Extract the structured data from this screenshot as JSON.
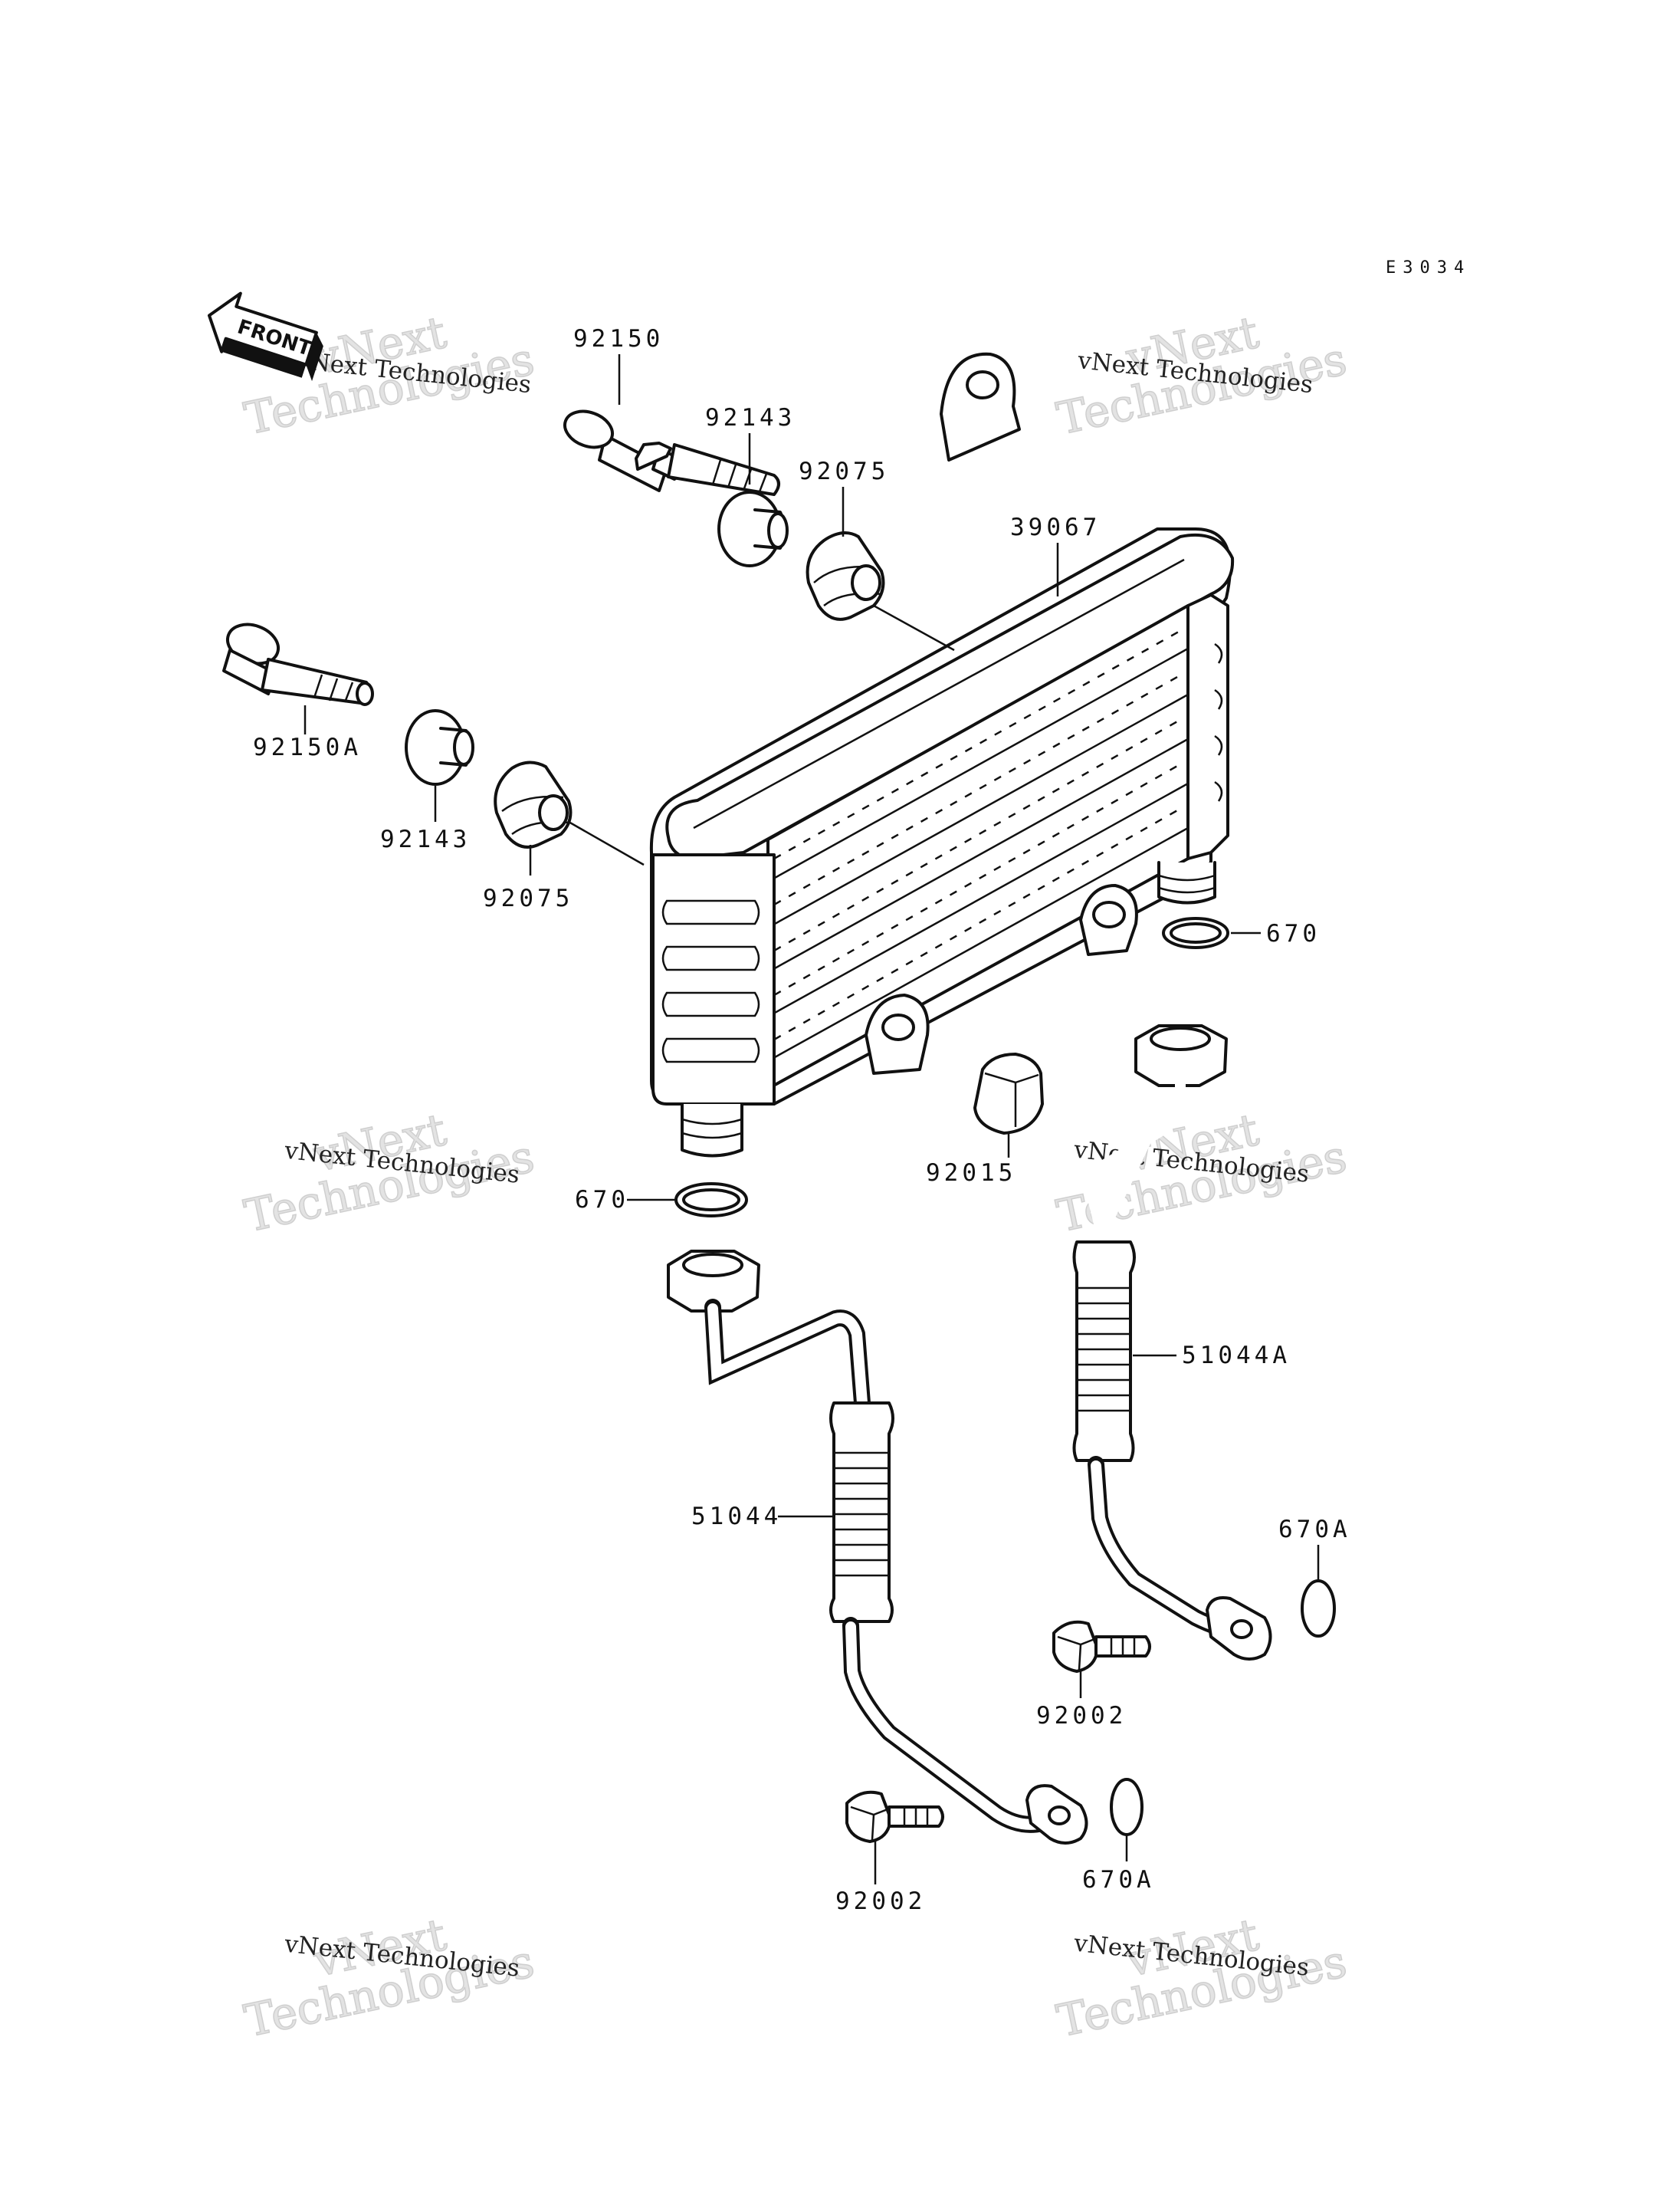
{
  "diagram_code": "E3034",
  "front_label": "FRONT",
  "watermark": {
    "line1": "vNext",
    "line2": "Technologies",
    "caption": "vNext Technologies"
  },
  "parts": [
    {
      "id": "p39067",
      "label": "39067"
    },
    {
      "id": "p92150",
      "label": "92150"
    },
    {
      "id": "p92150A",
      "label": "92150A"
    },
    {
      "id": "p92143a",
      "label": "92143"
    },
    {
      "id": "p92143b",
      "label": "92143"
    },
    {
      "id": "p92075a",
      "label": "92075"
    },
    {
      "id": "p92075b",
      "label": "92075"
    },
    {
      "id": "p670a",
      "label": "670"
    },
    {
      "id": "p670b",
      "label": "670"
    },
    {
      "id": "p92015",
      "label": "92015"
    },
    {
      "id": "p51044A",
      "label": "51044A"
    },
    {
      "id": "p51044",
      "label": "51044"
    },
    {
      "id": "p670Aa",
      "label": "670A"
    },
    {
      "id": "p670Ab",
      "label": "670A"
    },
    {
      "id": "p92002a",
      "label": "92002"
    },
    {
      "id": "p92002b",
      "label": "92002"
    }
  ]
}
